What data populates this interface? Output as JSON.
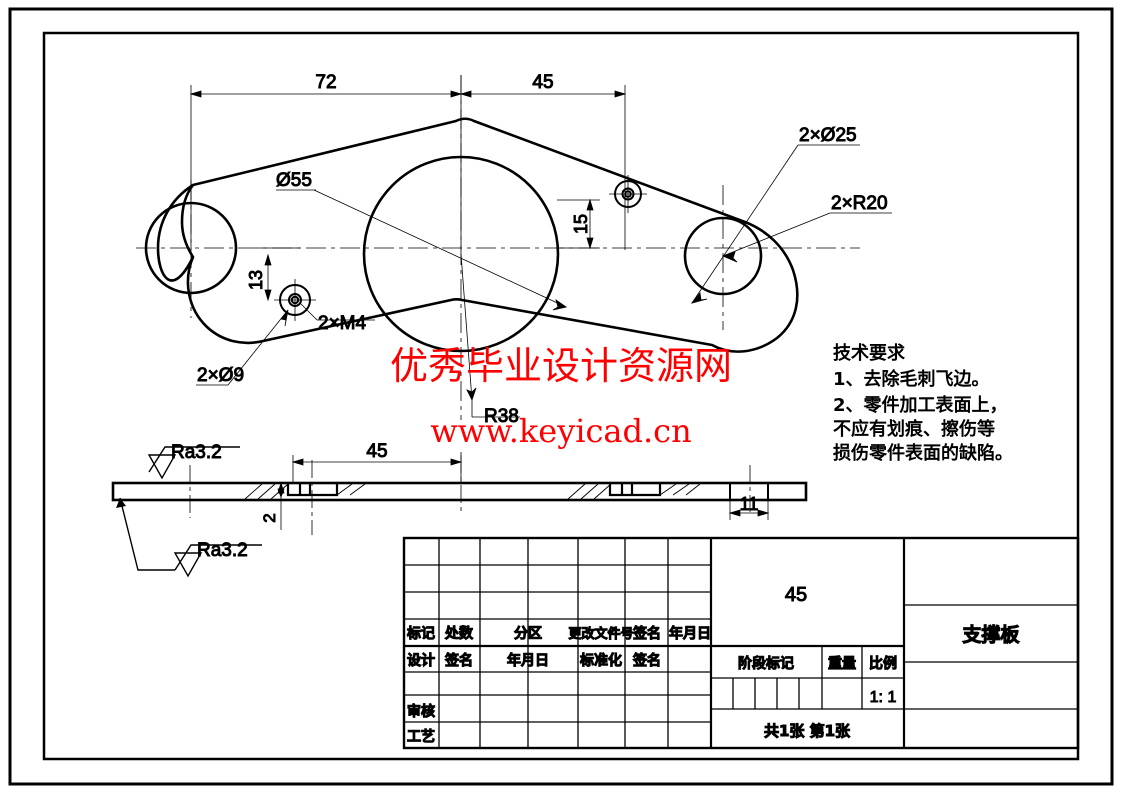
{
  "document": {
    "type": "engineering-drawing",
    "part_name": "支撑板",
    "material": "45",
    "scale": "1: 1",
    "sheet_count": "共1张 第1张"
  },
  "watermark": {
    "line1": "优秀毕业设计资源网",
    "line2": "www.keyicad.cn",
    "color": "#ff0000"
  },
  "technical_notes": {
    "title": "技术要求",
    "lines": [
      "1、去除毛刺飞边。",
      "2、零件加工表面上，",
      "不应有划痕、擦伤等",
      "损伤零件表面的缺陷。"
    ]
  },
  "dimensions": {
    "top_left": "72",
    "top_right": "45",
    "center_bore": "Ø55",
    "right_holes": "2×Ø25",
    "right_radius": "2×R20",
    "vertical_right": "15",
    "small_hole_offset": "13",
    "thread": "2×M4",
    "small_holes": "2×Ø9",
    "fillet_radius": "R38",
    "section_width": "45",
    "section_thickness": "2",
    "section_step": "11"
  },
  "surface_finish": {
    "upper": "Ra3.2",
    "lower": "Ra3.2"
  },
  "title_block": {
    "revision_headers": [
      "标记",
      "处数",
      "分区",
      "更改文件号",
      "签名",
      "年月日"
    ],
    "role_row": [
      "设计",
      "签名",
      "年月日",
      "标准化",
      "签名",
      ""
    ],
    "roles": [
      "审核",
      "工艺"
    ],
    "stage_label": "阶段标记",
    "weight_label": "重量",
    "scale_label": "比例"
  },
  "colors": {
    "line": "#000000",
    "watermark": "#ff0000",
    "background": "#ffffff"
  }
}
